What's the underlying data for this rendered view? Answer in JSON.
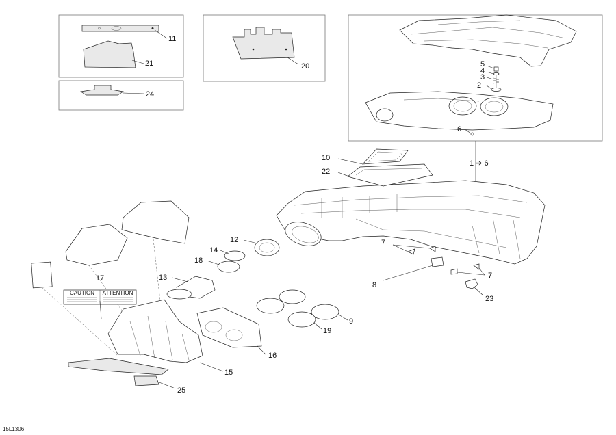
{
  "diagram_code": "15L1306",
  "callouts": {
    "c1to6": "1 ➔ 6",
    "c2": "2",
    "c3": "3",
    "c4": "4",
    "c5": "5",
    "c6": "6",
    "c7a": "7",
    "c7b": "7",
    "c8": "8",
    "c9": "9",
    "c10": "10",
    "c11": "11",
    "c12": "12",
    "c13": "13",
    "c14": "14",
    "c15": "15",
    "c16": "16",
    "c17": "17",
    "c18": "18",
    "c19": "19",
    "c20": "20",
    "c21": "21",
    "c22": "22",
    "c23": "23",
    "c24": "24",
    "c25": "25"
  },
  "decal": {
    "left_title": "CAUTION",
    "right_title": "ATTENTION"
  }
}
